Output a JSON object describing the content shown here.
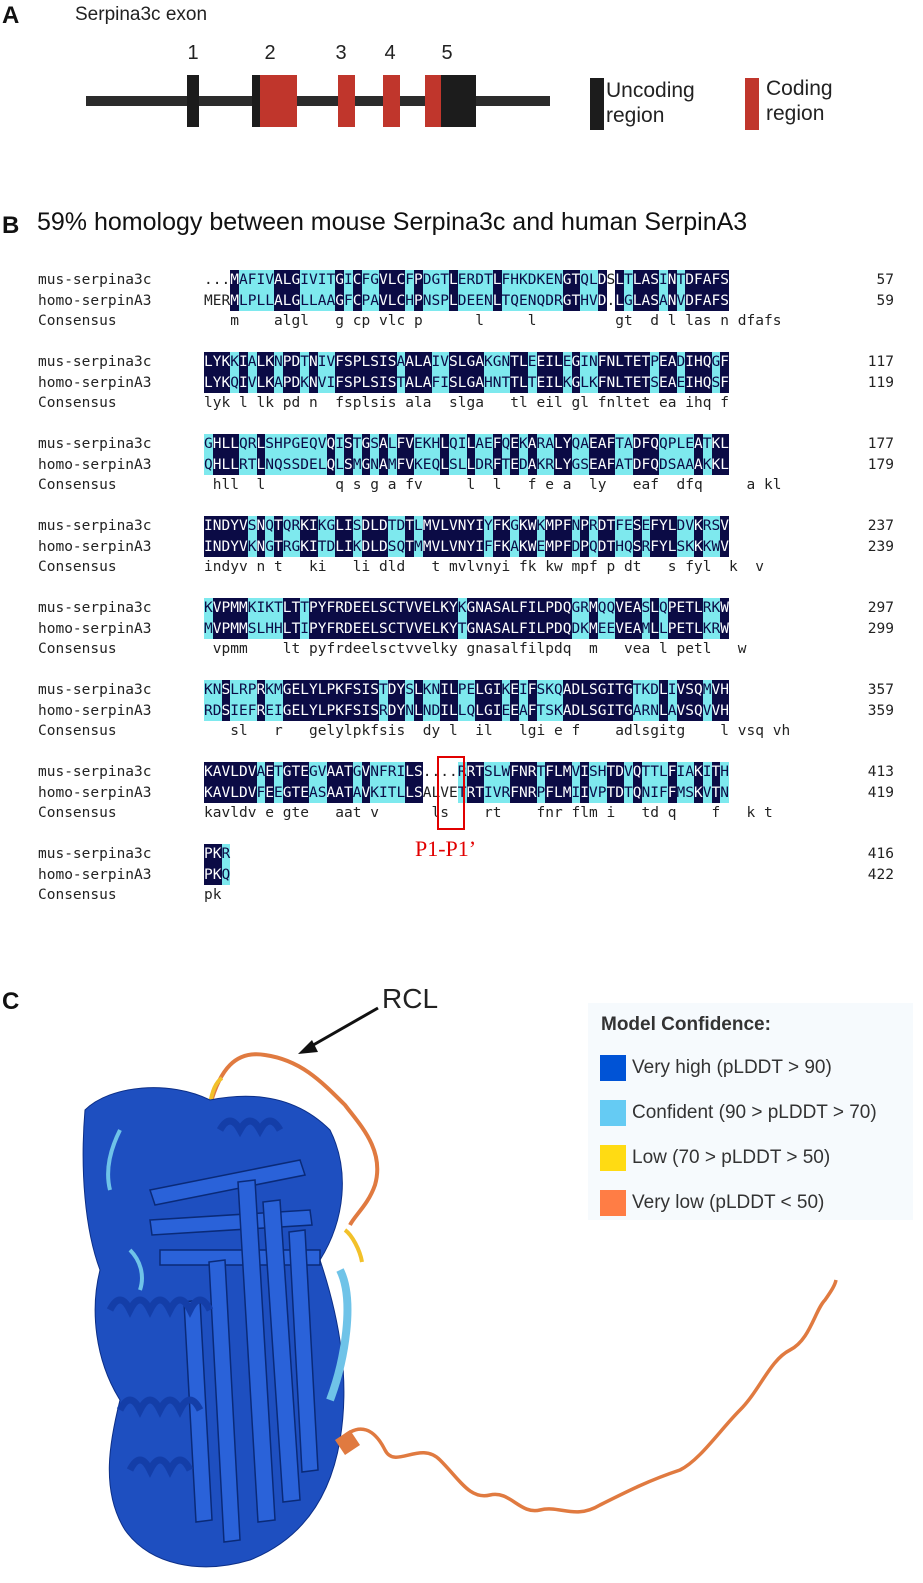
{
  "panels": {
    "a": {
      "letter": "A",
      "title": "Serpina3c exon",
      "exon_numbers": [
        "1",
        "2",
        "3",
        "4",
        "5"
      ],
      "legend": [
        {
          "line1": "Uncoding",
          "line2": "region",
          "color": "#1c1c1c"
        },
        {
          "line1": "Coding",
          "line2": "region",
          "color": "#c0362c"
        }
      ]
    },
    "b": {
      "letter": "B",
      "title": "59% homology between mouse Serpina3c and human SerpinA3",
      "row_names": {
        "mouse": "mus-serpina3c",
        "human": "homo-serpinA3",
        "consensus": "Consensus"
      },
      "blocks": [
        {
          "mouse": "...MAFIVALGIVITGICFGVLCFPDGTLERDTLFHKDKENGTQLDSLTLASINTDFAFS",
          "human": "MERMLPLLALGLLAAGFCPAVLCHPNSPLDEENLTQENQDRGTHVD.LGLASANVDFAFS",
          "consensus": "   m    algl   g cp vlc p      l     l         gt  d l las n dfafs",
          "mouse_end": "57",
          "human_end": "59"
        },
        {
          "mouse": "LYKKIALKNPDTNIVFSPLSISAALAIVSLGAKGNTLEEILEGINFNLTETPEADIHQGF",
          "human": "LYKQIVLKAPDKNVIFSPLSISTALAFISLGAHNTTLTEILKGLKFNLTETSEAEIHQSF",
          "consensus": "lyk l lk pd n  fsplsis ala  slga   tl eil gl fnltet ea ihq f",
          "mouse_end": "117",
          "human_end": "119"
        },
        {
          "mouse": "GHLLQRLSHPGEQVQISTGSALFVEKHLQILAEFQEKARALYQAEAFTADFQQPLEATKL",
          "human": "QHLLRTLNQSSDELQLSMGNAMFVKEQLSLLDRFTEDAKRLYGSEAFATDFQDSAAAKKL",
          "consensus": " hll  l        q s g a fv     l  l   f e a  ly   eaf  dfq     a kl",
          "mouse_end": "177",
          "human_end": "179"
        },
        {
          "mouse": "INDYVSNQTQRKIKGLISDLDTDTLMVLVNYIYFKGKWKMPFNPRDTFESEFYLDVKRSV",
          "human": "INDYVKNGTRGKITDLIKDLDSQTMMVLVNYIFFKAKWEMPFDPQDTHQSRFYLSKKKWV",
          "consensus": "indyv n t   ki   li dld   t mvlvnyi fk kw mpf p dt   s fyl  k  v",
          "mouse_end": "237",
          "human_end": "239"
        },
        {
          "mouse": "KVPMMKIKTLTTPYFRDEELSCTVVELKYKGNASALFILPDQGRMQQVEASLQPETLRKW",
          "human": "MVPMMSLHHLTIPYFRDEELSCTVVELKYTGNASALFILPDQDKMEEVEAMLLPETLKRW",
          "consensus": " vpmm    lt pyfrdeelsctvvelky gnasalfilpdq  m   vea l petl   w",
          "mouse_end": "297",
          "human_end": "299"
        },
        {
          "mouse": "KNSLRPRKMGELYLPKFSISTDYSLKNILPELGIKEIFSKQADLSGITGTKDLIVSQMVH",
          "human": "RDSIEFREIGELYLPKFSISRDYNLNDILLQLGIEEAFTSKADLSGITGARNLAVSQVVH",
          "consensus": "   sl   r   gelylpkfsis  dy l  il   lgi e f    adlsgitg    l vsq vh",
          "mouse_end": "357",
          "human_end": "359"
        },
        {
          "mouse": "KAVLDVAETGTEGVAATGVNFRILS....RRTSLWFNRTFLMVISHTDVQTTLFIAKITH",
          "human": "KAVLDVFEEGTEASAATAVKITLLSALVETRTIVRFNRPFLMIIVPTDTQNIFFMSKVTN",
          "consensus": "kavldv e gte   aat v      ls    rt    fnr flm i   td q    f   k t",
          "mouse_end": "413",
          "human_end": "419"
        },
        {
          "mouse": "PKR",
          "human": "PKQ",
          "consensus": "pk",
          "mouse_end": "416",
          "human_end": "422"
        }
      ],
      "p1_label": "P1-P1’"
    },
    "c": {
      "letter": "C",
      "rcl_label": "RCL",
      "legend_title": "Model Confidence:",
      "legend_items": [
        {
          "label": "Very high (pLDDT > 90)",
          "color": "#0053d6"
        },
        {
          "label": "Confident (90 > pLDDT > 70)",
          "color": "#65cbf3"
        },
        {
          "label": "Low (70 > pLDDT > 50)",
          "color": "#ffdb13"
        },
        {
          "label": "Very low (pLDDT < 50)",
          "color": "#ff7d45"
        }
      ]
    }
  }
}
